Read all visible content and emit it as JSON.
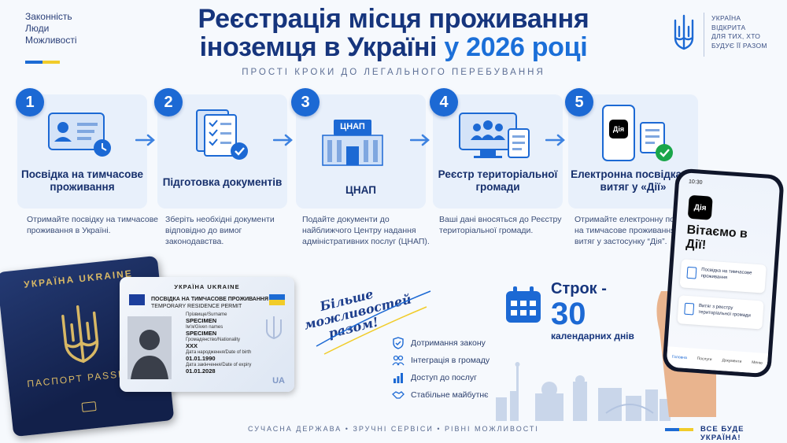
{
  "header": {
    "top_left_lines": [
      "Законність",
      "Люди",
      "Можливості"
    ],
    "title_line1": "Реєстрація місця проживання",
    "title_line2_main": "іноземця в Україні ",
    "title_line2_accent": "у 2026 році",
    "subtitle": "ПРОСТІ КРОКИ ДО ЛЕГАЛЬНОГО ПЕРЕБУВАННЯ",
    "top_right_lines": [
      "УКРАЇНА",
      "ВІДКРИТА",
      "ДЛЯ ТИХ, ХТО",
      "БУДУЄ ЇЇ РАЗОМ"
    ]
  },
  "steps": [
    {
      "num": "1",
      "title": "Посвідка на тимчасове проживання",
      "desc": "Отримайте посвідку на тимчасове проживання в Україні."
    },
    {
      "num": "2",
      "title": "Підготовка документів",
      "desc": "Зберіть необхідні документи відповідно до вимог законодавства."
    },
    {
      "num": "3",
      "title": "ЦНАП",
      "icon_text": "ЦНАП",
      "desc": "Подайте документи до найближчого Центру надання адміністративних послуг (ЦНАП)."
    },
    {
      "num": "4",
      "title": "Реєстр територіальної громади",
      "desc": "Ваші дані вносяться до Реєстру територіальної громади."
    },
    {
      "num": "5",
      "title": "Електронна посвідка та витяг у «Дії»",
      "icon_text": "Дія",
      "desc": "Отримайте електронну посвідку на тимчасове проживання та витяг у застосунку “Дія”."
    }
  ],
  "slogan": "Більше можливостей разом!",
  "features": [
    {
      "icon": "shield-check-icon",
      "label": "Дотримання закону"
    },
    {
      "icon": "people-icon",
      "label": "Інтеграція в громаду"
    },
    {
      "icon": "chart-icon",
      "label": "Доступ до послуг"
    },
    {
      "icon": "handshake-icon",
      "label": "Стабільне майбутнє"
    }
  ],
  "term": {
    "label": "Строк -",
    "number": "30",
    "unit": "календарних днів"
  },
  "phone": {
    "time": "10:30",
    "logo": "Дія",
    "welcome": "Вітаємо в Дії!",
    "card1": "Посвідка на тимчасове проживання",
    "card2": "Витяг з реєстру територіальної громади",
    "nav": [
      "Головна",
      "Послуги",
      "Документи",
      "Меню"
    ]
  },
  "passport": {
    "top": "УКРАЇНА UKRAINE",
    "bottom": "ПАСПОРТ PASSPORT"
  },
  "id_card": {
    "header": "УКРАЇНА      UKRAINE",
    "doc_title_ua": "ПОСВІДКА НА ТИМЧАСОВЕ ПРОЖИВАННЯ",
    "doc_title_en": "TEMPORARY RESIDENCE PERMIT",
    "surname_label": "Прізвище/Surname",
    "surname": "SPECIMEN",
    "given_label": "Ім'я/Given names",
    "given": "SPECIMEN",
    "nationality_label": "Громадянство/Nationality",
    "nationality": "XXX",
    "dob_label": "Дата народження/Date of birth",
    "dob": "01.01.1990",
    "expiry_label": "Дата закінчення/Date of expiry",
    "expiry": "01.01.2028",
    "country_code": "UA"
  },
  "footer": {
    "center": "СУЧАСНА ДЕРЖАВА  •  ЗРУЧНІ СЕРВІСИ  •  РІВНІ МОЖЛИВОСТІ",
    "right": "ВСЕ БУДЕ УКРАЇНА!"
  },
  "colors": {
    "primary": "#1c69d4",
    "navy": "#16357d",
    "card_bg": "#e8f0fb",
    "flag_blue": "#1c6bd4",
    "flag_yellow": "#f1cc2a"
  }
}
